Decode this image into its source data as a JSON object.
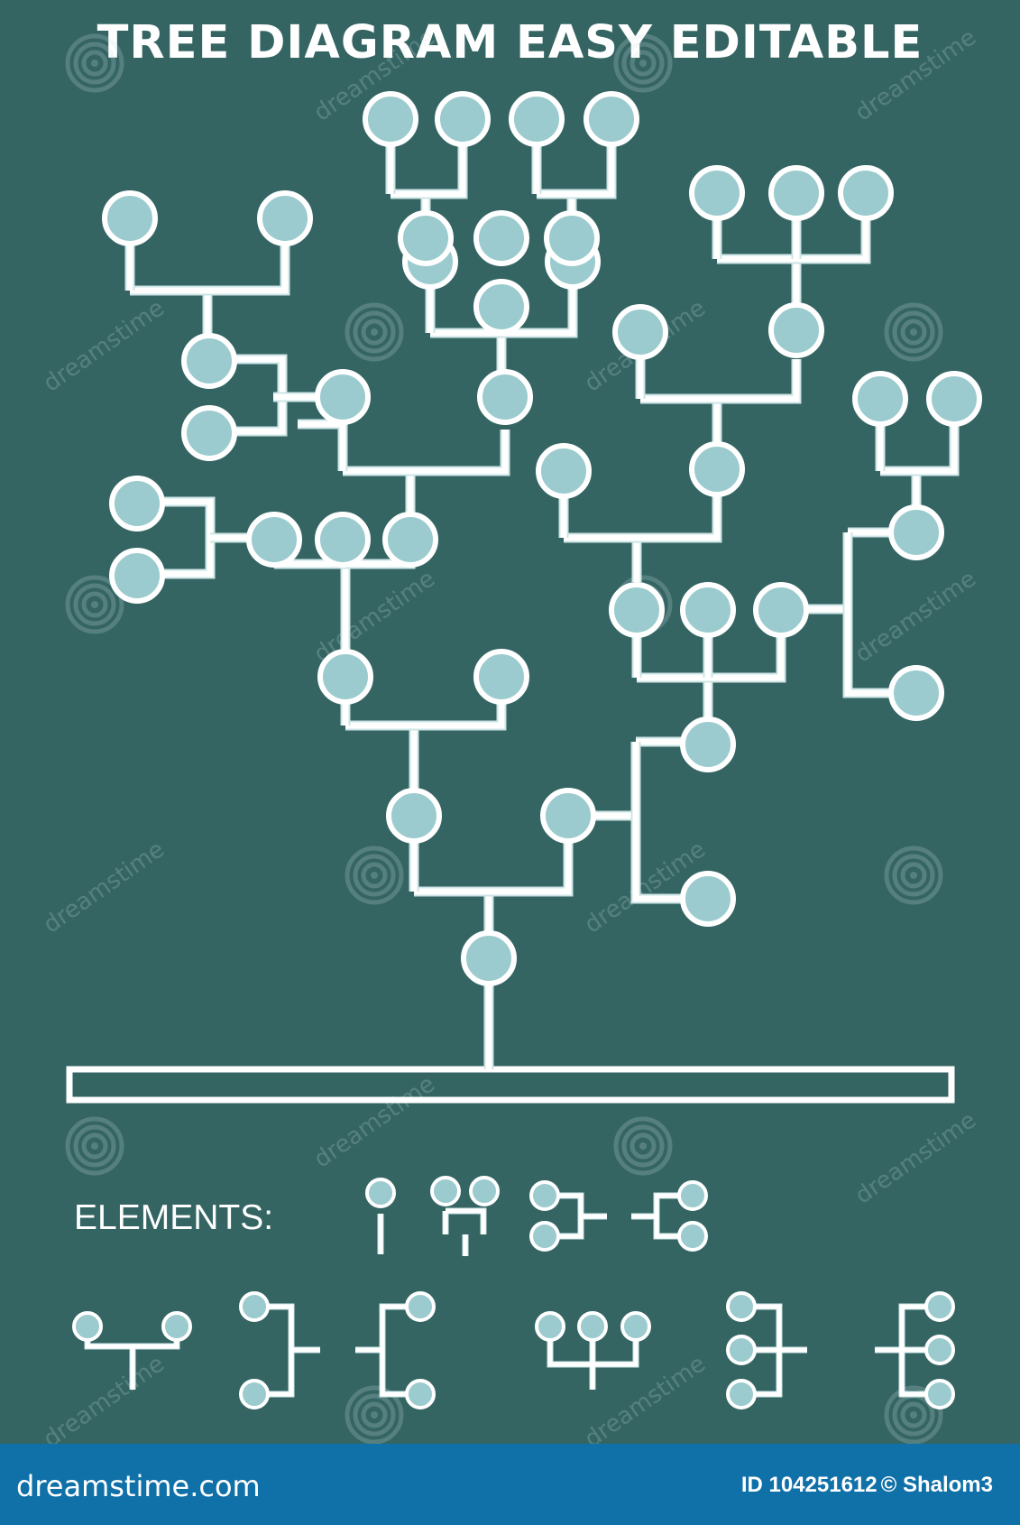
{
  "title": "TREE DIAGRAM EASY EDITABLE",
  "elements_label": "ELEMENTS:",
  "watermark_text": "dreamstime",
  "footer": {
    "brand": "dreamstime.com",
    "id_text": "ID 104251612",
    "credit": "© Shalom3"
  },
  "colors": {
    "background": "#346563",
    "node_fill": "#9bcbce",
    "line": "#ffffff",
    "footer": "#1070a8"
  }
}
